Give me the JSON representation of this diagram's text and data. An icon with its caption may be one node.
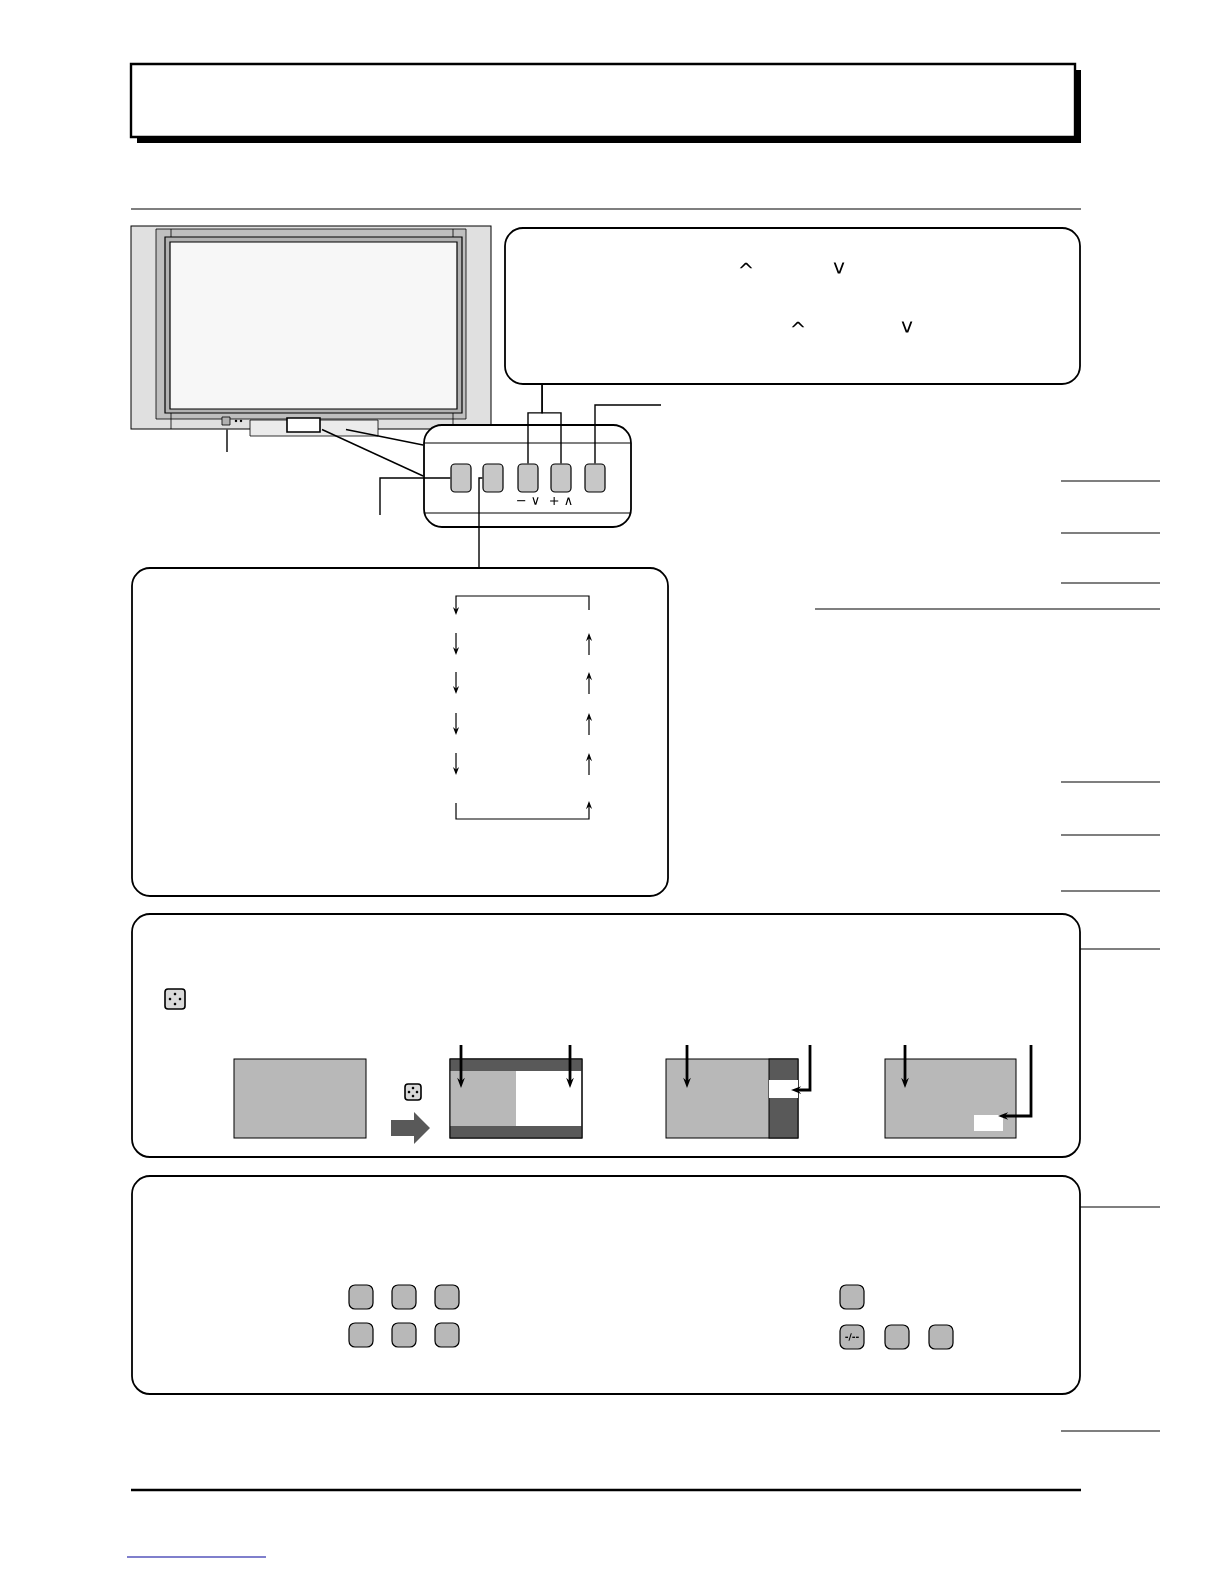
{
  "diagram": {
    "nodes": [
      {
        "text": [],
        "shape": "box"
      },
      {
        "text": [
          "^",
          "v",
          "^",
          "v"
        ]
      },
      {
        "text": [],
        "shape": "picture"
      },
      {
        "text": [],
        "shape": "box"
      },
      {
        "text": [],
        "shape": "box",
        "in": 3
      },
      {
        "text": [],
        "shape": "box",
        "in": 3
      },
      {
        "text": [],
        "shape": "box",
        "in": 3,
        "beside": [
          "− ∨"
        ]
      },
      {
        "text": [],
        "shape": "box",
        "in": 3,
        "beside": [
          "+ ∧"
        ]
      },
      {
        "text": [],
        "shape": "box",
        "in": 3
      },
      {
        "text": [],
        "shape": "box"
      },
      {
        "text": [],
        "shape": "box"
      },
      {
        "text": [],
        "shape": "box"
      },
      {
        "text": [],
        "shape": "box",
        "in": 11
      },
      {
        "text": [],
        "shape": "box",
        "in": 11
      },
      {
        "text": [],
        "shape": "box",
        "in": 11
      },
      {
        "text": [],
        "shape": "box",
        "in": 11
      },
      {
        "text": [],
        "shape": "box",
        "in": 11
      },
      {
        "text": [],
        "shape": "box",
        "in": 11
      },
      {
        "text": [],
        "shape": "box",
        "in": 11
      },
      {
        "text": [
          "-/--"
        ],
        "in": 11
      },
      {
        "text": [],
        "shape": "box",
        "in": 11
      },
      {
        "text": [],
        "shape": "box",
        "in": 11
      }
    ],
    "edges": [
      {
        "from": 1,
        "to": 6,
        "arrow": "none"
      },
      {
        "from": 1,
        "to": 7,
        "arrow": "none"
      },
      {
        "from": 8,
        "to": null,
        "arrow": "none"
      },
      {
        "from": 4,
        "to": null,
        "arrow": "none"
      },
      {
        "from": 5,
        "to": 9,
        "arrow": "none"
      },
      {
        "from": 2,
        "to": null,
        "arrow": "none"
      },
      {
        "from": 2,
        "to": 3,
        "arrow": "none"
      },
      {
        "from": 2,
        "to": 3,
        "arrow": "none"
      }
    ]
  }
}
